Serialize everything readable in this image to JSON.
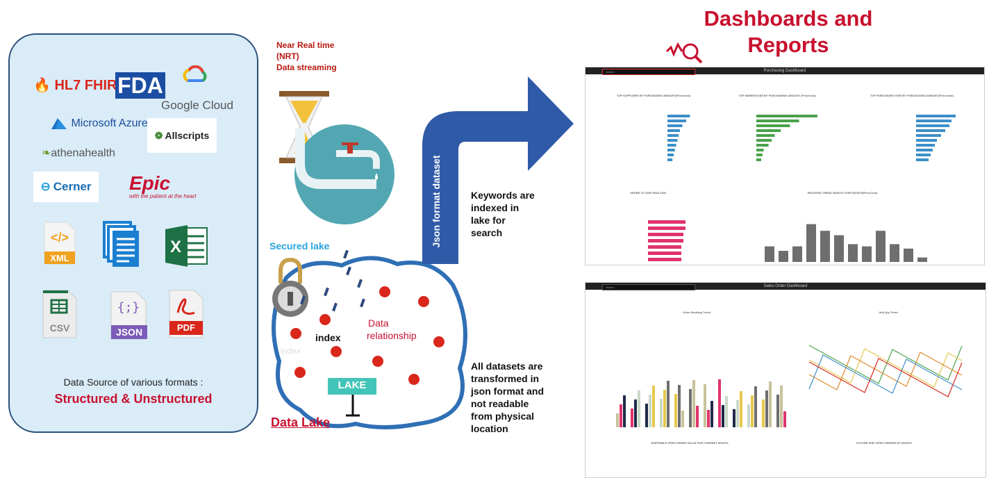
{
  "sources": {
    "logos": {
      "hl7": "HL7 FHIR",
      "fda": "FDA",
      "google_cloud": "Google Cloud",
      "azure": "Microsoft Azure",
      "allscripts": "Allscripts",
      "athena": "athenahealth",
      "cerner": "Cerner",
      "epic": "Epic",
      "epic_tagline": "with the patient at the heart"
    },
    "files": {
      "xml": "XML",
      "csv": "CSV",
      "json": "JSON",
      "json_glyph": "{;}",
      "pdf": "PDF",
      "xml_glyph": "</>"
    },
    "caption": "Data Source of various formats :",
    "caption_bold": "Structured & Unstructured"
  },
  "stream": {
    "nrt_line1": "Near Real time",
    "nrt_line2": "(NRT)",
    "nrt_line3": "Data streaming",
    "secured": "Secured lake"
  },
  "lake": {
    "index": "index",
    "index_faded": "index",
    "relationship_line1": "Data",
    "relationship_line2": "relationship",
    "sign": "LAKE",
    "title": "Data Lake"
  },
  "arrow": {
    "label": "Json format dataset"
  },
  "notes": {
    "keywords_1": "Keywords are",
    "keywords_2": "indexed in",
    "keywords_3": "lake for",
    "keywords_4": "search",
    "transformed_1": "All datasets are",
    "transformed_2": "transformed in",
    "transformed_3": "json format and",
    "transformed_4": "not readable",
    "transformed_5": "from physical",
    "transformed_6": "location"
  },
  "dashboards": {
    "title_line1": "Dashboards and",
    "title_line2": "Reports",
    "purchasing": {
      "title": "Purchasing Dashboard",
      "search": "Search",
      "panel1": "TOP SUPPLIERS BY PURCHASING AMOUNT(PriceCost)",
      "panel2": "TOP WAREHOUSE BY PURCHASING AMOUNT (PriceCost)",
      "panel3": "TOP PURCHASED ITEM BY PURCHASING AMOUNT(PriceCost)",
      "panel4": "ORDER TO SHIP ANALYSIS",
      "panel5": "RECEIVED TREND MONTH OVER MONTH(PriceCost)"
    },
    "sales": {
      "title": "Sales Order Dashboard",
      "search": "Search",
      "panel1": "Order Booking Trend",
      "panel2": "Unit Qty Trend",
      "panel3": "SHIPPABLE OPEN ORDER VALUE FOR CURRENT MONTH",
      "panel4": "FUTURE SHIP OPEN ORDERS BY MONTH"
    },
    "colors": {
      "bar_blue": "#3d8fc9",
      "bar_green": "#4aa14a",
      "bar_pink": "#e0336d",
      "bar_gray": "#6e6e6e"
    }
  },
  "colors": {
    "accent_red": "#c8102e",
    "arrow_blue": "#2f5aa8",
    "lake_stroke": "#2f6fb5",
    "panel_bg": "#d9ecf8"
  }
}
